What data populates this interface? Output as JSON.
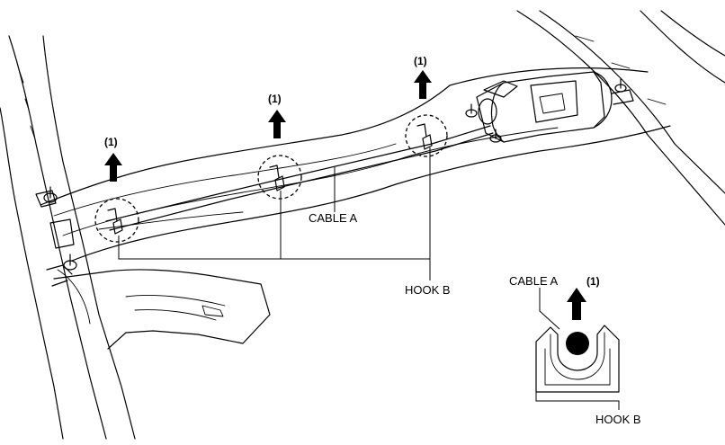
{
  "labels": {
    "cable_a": "CABLE A",
    "hook_b": "HOOK B",
    "inset_cable_a": "CABLE A",
    "inset_hook_b": "HOOK B"
  },
  "arrows": [
    {
      "label": "(1)"
    },
    {
      "label": "(1)"
    },
    {
      "label": "(1)"
    },
    {
      "label": "(1)"
    }
  ]
}
